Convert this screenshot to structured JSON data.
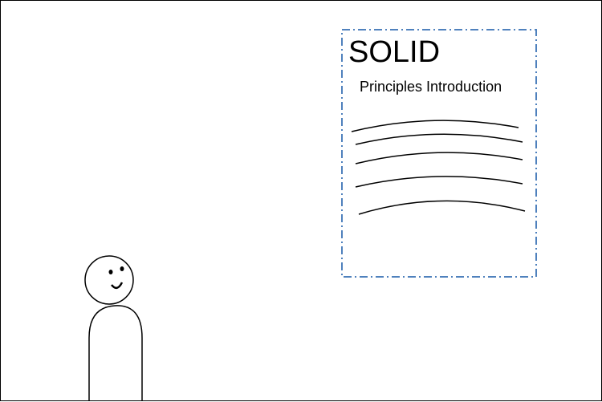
{
  "document": {
    "title": "SOLID",
    "subtitle": "Principles Introduction",
    "border_color": "#4F81BD",
    "text_line_count": 5
  },
  "colors": {
    "background": "#ffffff",
    "ink": "#000000"
  },
  "figure": {
    "icon": "stick-figure-icon",
    "expression": "smiling"
  }
}
